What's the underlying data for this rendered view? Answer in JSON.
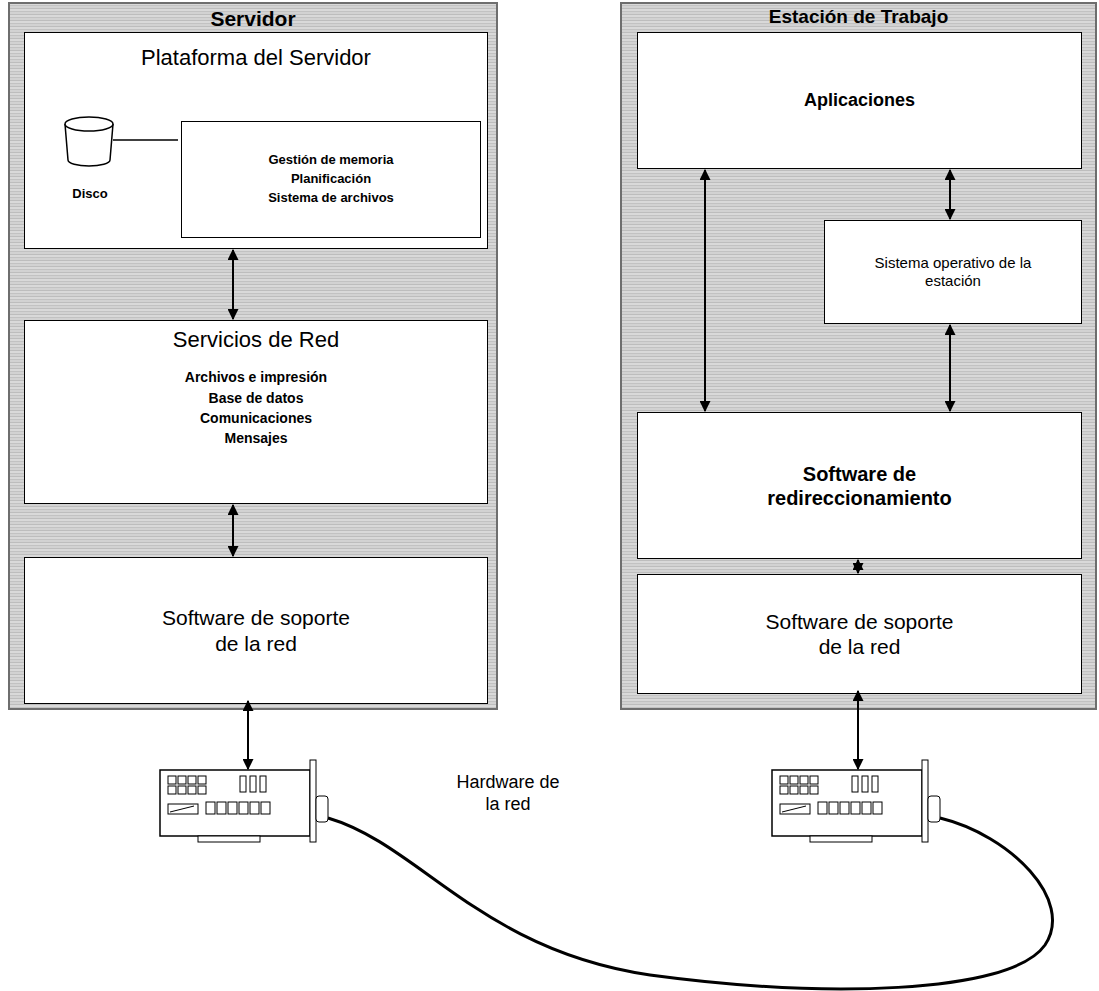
{
  "diagram": {
    "nodes": [
      {
        "text": [
          "Servidor"
        ]
      },
      {
        "text": [
          "Plataforma del Servidor"
        ],
        "in": 0
      },
      {
        "text": [
          "Gestión de memoria",
          "Planificación",
          "Sistema de archivos"
        ],
        "in": 1
      },
      {
        "text": [
          "Servicios de Red",
          "Archivos e impresión",
          "Base de datos",
          "Comunicaciones",
          "Mensajes"
        ],
        "in": 0
      },
      {
        "text": [
          "Software de soporte de la red"
        ],
        "in": 0
      },
      {
        "text": [
          "Estación de Trabajo"
        ]
      },
      {
        "text": [
          "Aplicaciones"
        ],
        "in": 5
      },
      {
        "text": [
          "Sistema operativo de la estación"
        ],
        "in": 5
      },
      {
        "text": [
          "Software de redireccionamiento"
        ],
        "in": 5
      },
      {
        "text": [
          "Software de soporte de la red"
        ],
        "in": 5
      }
    ],
    "edges": [
      {
        "from": 1,
        "to": 3,
        "arrow": "both"
      },
      {
        "from": 3,
        "to": 4,
        "arrow": "both"
      },
      {
        "from": 6,
        "to": 7,
        "arrow": "both"
      },
      {
        "from": 6,
        "to": 8,
        "arrow": "both"
      },
      {
        "from": 7,
        "to": 8,
        "arrow": "both"
      },
      {
        "from": 8,
        "to": 9,
        "arrow": "both"
      }
    ],
    "labels": [
      "Disco",
      "Hardware de la red"
    ]
  }
}
